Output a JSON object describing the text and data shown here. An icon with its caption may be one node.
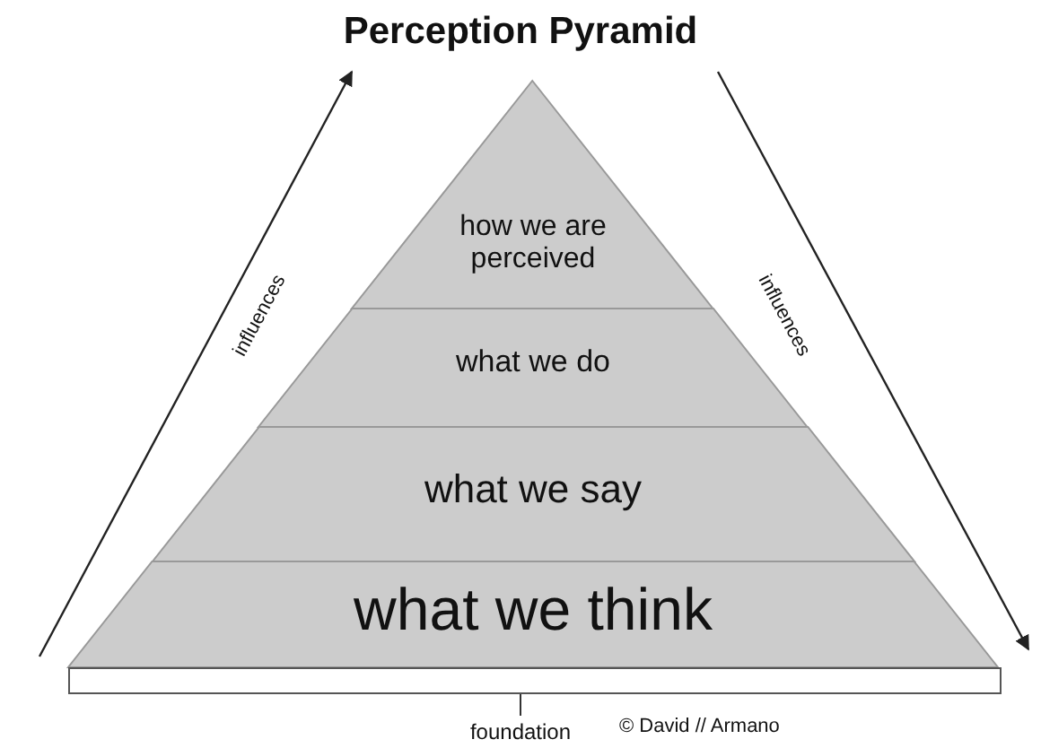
{
  "diagram": {
    "title": "Perception Pyramid",
    "nodes": [
      {
        "text": [
          "how we are perceived"
        ]
      },
      {
        "text": [
          "what we do"
        ]
      },
      {
        "text": [
          "what we say"
        ]
      },
      {
        "text": [
          "what we think"
        ]
      },
      {
        "text": [],
        "shape": "bar"
      },
      {
        "text": [
          "foundation"
        ]
      }
    ],
    "edges": [
      {
        "from": 5,
        "to": 4,
        "arrow": "none"
      }
    ],
    "labels": [
      "influences",
      "influences",
      "© David // Armano"
    ]
  }
}
